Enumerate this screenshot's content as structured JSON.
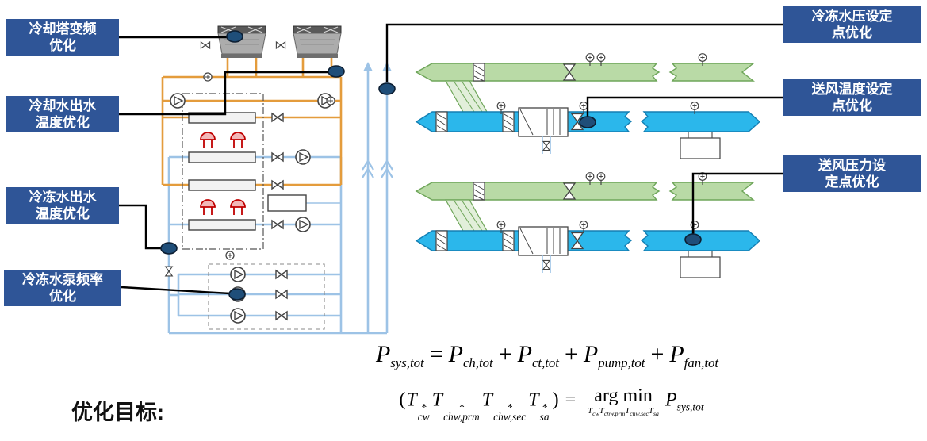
{
  "callout_labels": {
    "cooling_tower_vfd": "冷却塔变频\n优化",
    "condenser_water_temp": "冷却水出水\n温度优化",
    "chilled_water_temp": "冷冻水出水\n温度优化",
    "chw_pump_freq": "冷冻水泵频率\n优化",
    "chw_pressure_setpoint": "冷冻水压设定\n点优化",
    "supply_air_temp_setpoint": "送风温度设定\n点优化",
    "supply_air_pressure_setpoint": "送风压力设\n定点优化"
  },
  "objective": {
    "label": "优化目标:"
  },
  "formulas": {
    "f1": {
      "lhs_base": "P",
      "lhs_sub": "sys,tot",
      "eq": "=",
      "t1_base": "P",
      "t1_sub": "ch,tot",
      "plus1": "+",
      "t2_base": "P",
      "t2_sub": "ct,tot",
      "plus2": "+",
      "t3_base": "P",
      "t3_sub": "pump,tot",
      "plus3": "+",
      "t4_base": "P",
      "t4_sub": "fan,tot"
    },
    "f2": {
      "open": "(",
      "v1_base": "T",
      "v1_sup": "*",
      "v1_sub": "cw",
      "v2_base": "T",
      "v2_sup": "*",
      "v2_sub": "chw,prm",
      "v3_base": "T",
      "v3_sup": "*",
      "v3_sub": "chw,sec",
      "v4_base": "T",
      "v4_sup": "*",
      "v4_sub": "sa",
      "close": ")",
      "eq": "=",
      "argmin": "arg min",
      "u1_base": "T",
      "u1_sub": "cw",
      "u2_base": "T",
      "u2_sub": "chw,prm",
      "u3_base": "T",
      "u3_sub": "chw,sec",
      "u4_base": "T",
      "u4_sub": "sa",
      "rhs_base": "P",
      "rhs_sub": "sys,tot"
    }
  },
  "colors": {
    "label_background": "#2F5597",
    "marker_navy": "#1F4E79",
    "condenser_water_pipe": "#E49C3C",
    "chilled_water_pipe": "#9DC3E6",
    "supply_air_duct": "#2BB7EB",
    "return_air_duct": "#B9DAA6",
    "compressor_red": "#C00000"
  }
}
